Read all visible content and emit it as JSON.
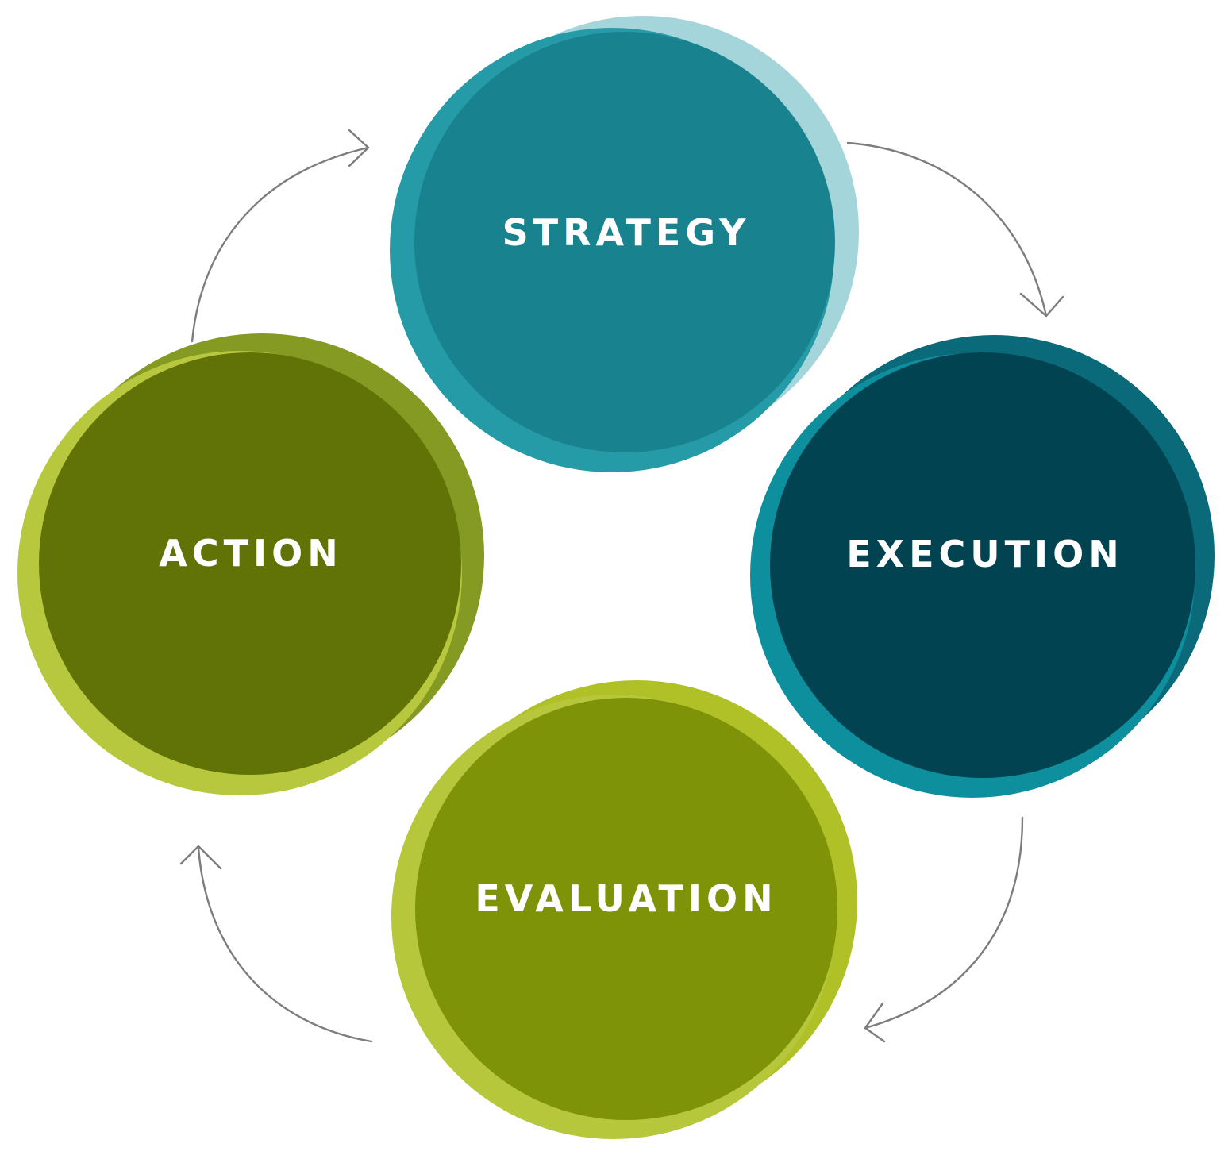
{
  "diagram": {
    "stages": [
      {
        "key": "strategy",
        "label": "STRATEGY",
        "colors": {
          "back": "#a3d5db",
          "ring": "#259ba7",
          "main": "#18838f"
        }
      },
      {
        "key": "execution",
        "label": "EXECUTION",
        "colors": {
          "back": "#0a6a7a",
          "ring": "#0e8f9d",
          "main": "#014351"
        }
      },
      {
        "key": "evaluation",
        "label": "EVALUATION",
        "colors": {
          "back": "#afc126",
          "ring": "#b6c73c",
          "main": "#7e9308"
        }
      },
      {
        "key": "action",
        "label": "ACTION",
        "colors": {
          "back": "#849a22",
          "ring": "#b8c83e",
          "main": "#617306"
        }
      }
    ],
    "arrow_color": "#7d7d7d"
  }
}
